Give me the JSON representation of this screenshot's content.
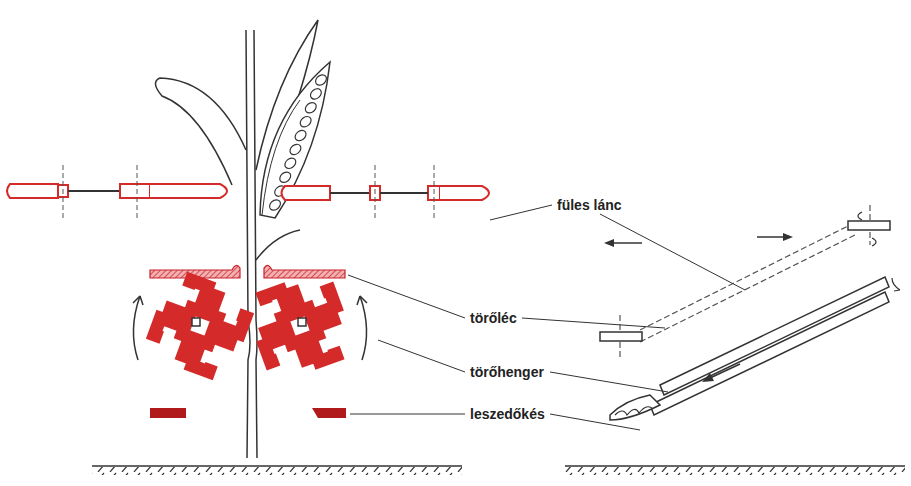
{
  "diagram": {
    "labels": [
      "füles lánc",
      "törőléc",
      "törőhenger",
      "leszedőkés"
    ]
  }
}
